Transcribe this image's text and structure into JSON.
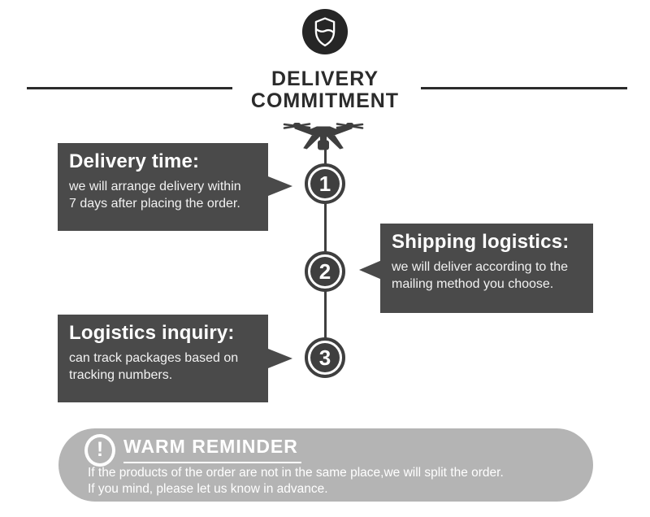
{
  "header": {
    "title_line1": "DELIVERY",
    "title_line2": "COMMITMENT",
    "badge_icon": "shield-icon"
  },
  "timeline_icon": "drone-icon",
  "steps": [
    {
      "number": "1",
      "title": "Delivery time:",
      "body": [
        "we will arrange delivery within",
        "7 days after placing the order."
      ],
      "side": "left"
    },
    {
      "number": "2",
      "title": "Shipping logistics:",
      "body": [
        "we will deliver according to the",
        "mailing method you choose."
      ],
      "side": "right"
    },
    {
      "number": "3",
      "title": "Logistics inquiry:",
      "body": [
        "can track packages based on",
        "tracking numbers."
      ],
      "side": "left"
    }
  ],
  "reminder": {
    "icon": "exclamation-icon",
    "exclamation_glyph": "!",
    "title": "WARM REMINDER",
    "body": [
      "If the products of the order are not in the same place,we will split the order.",
      "If you mind, please let us know in advance."
    ]
  },
  "colors": {
    "page_bg": "#ffffff",
    "ink": "#2b2b2b",
    "badge": "#262626",
    "dark_box": "#4a4a4a",
    "circle": "#3f3f3f",
    "text_on_dark": "#f2f2f2",
    "reminder_bg": "#b4b4b4"
  }
}
